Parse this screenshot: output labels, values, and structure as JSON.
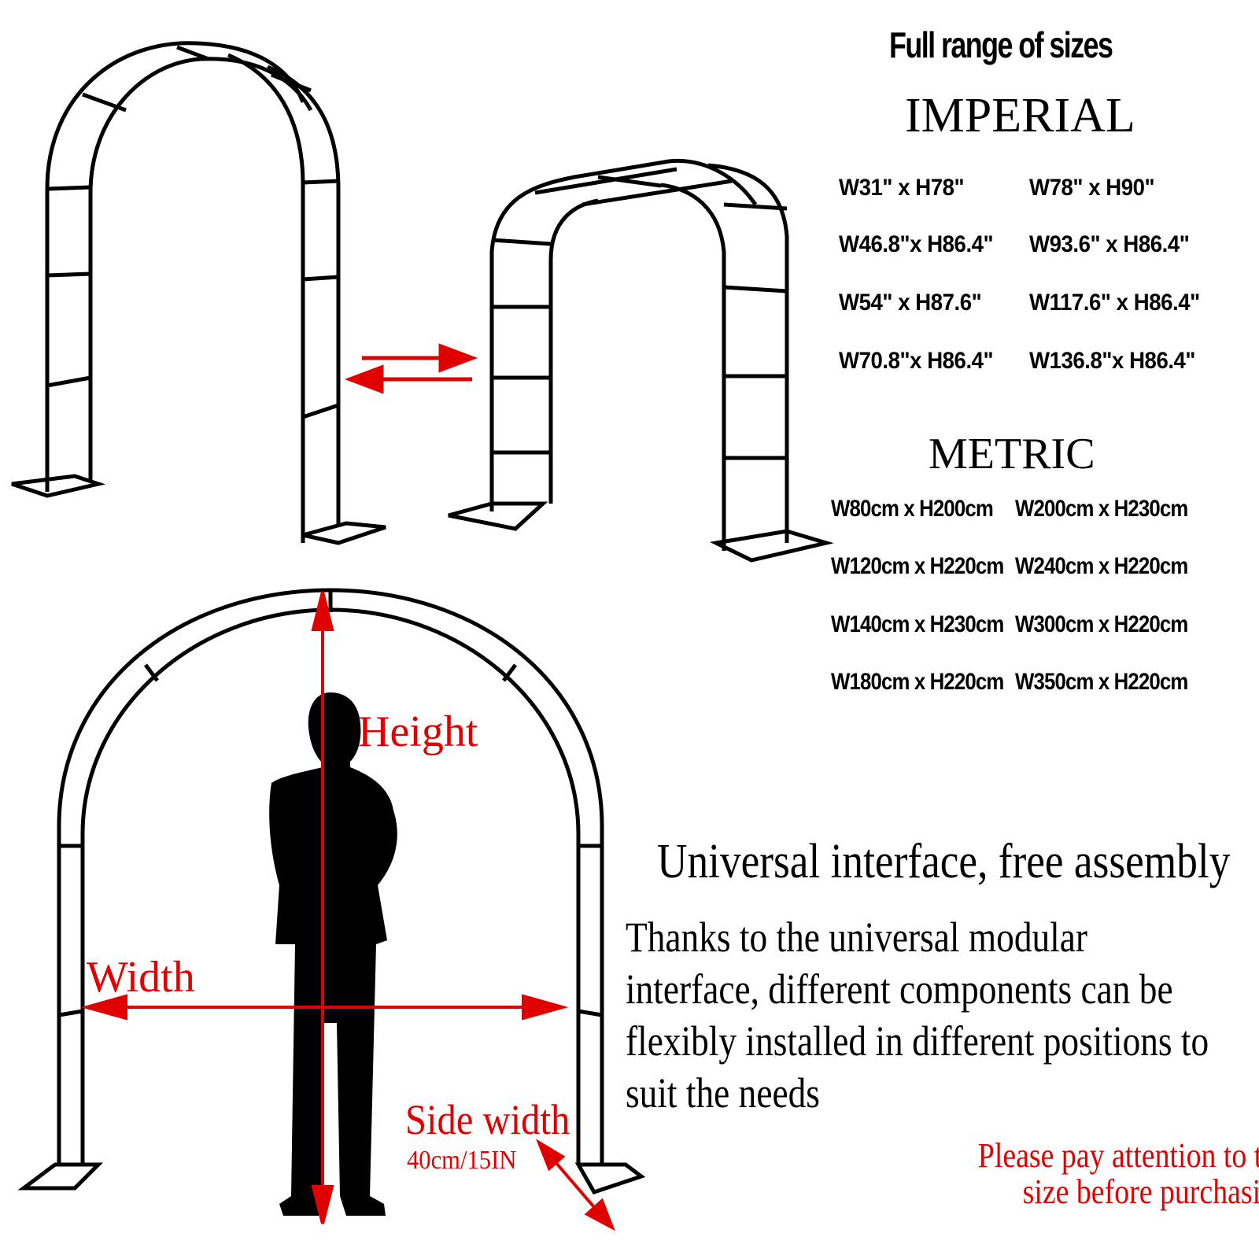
{
  "header": {
    "title": "Full range of sizes"
  },
  "imperial": {
    "heading": "IMPERIAL",
    "left": [
      "W31\" x H78\"",
      "W46.8\"x H86.4\"",
      "W54\" x H87.6\"",
      "W70.8\"x H86.4\""
    ],
    "right": [
      "W78\" x H90\"",
      "W93.6\" x H86.4\"",
      "W117.6\" x H86.4\"",
      "W136.8\"x H86.4\""
    ]
  },
  "metric": {
    "heading": "METRIC",
    "left": [
      "W80cm x H200cm",
      "W120cm x H220cm",
      "W140cm x H230cm",
      "W180cm x H220cm"
    ],
    "right": [
      "W200cm x H230cm",
      "W240cm x H220cm",
      "W300cm x H220cm",
      "W350cm x H220cm"
    ]
  },
  "diagram_labels": {
    "height": "Height",
    "width": "Width",
    "side_width": "Side width",
    "side_width_value": "40cm/15IN"
  },
  "feature": {
    "title": "Universal interface, free assembly",
    "body": "Thanks to the universal modular interface, different components can be flexibly installed in different positions to suit the needs"
  },
  "notice": {
    "line1": "Please pay attention to the",
    "line2": "size before purchasing"
  },
  "colors": {
    "accent_red": "#e00000",
    "line": "#000000"
  }
}
